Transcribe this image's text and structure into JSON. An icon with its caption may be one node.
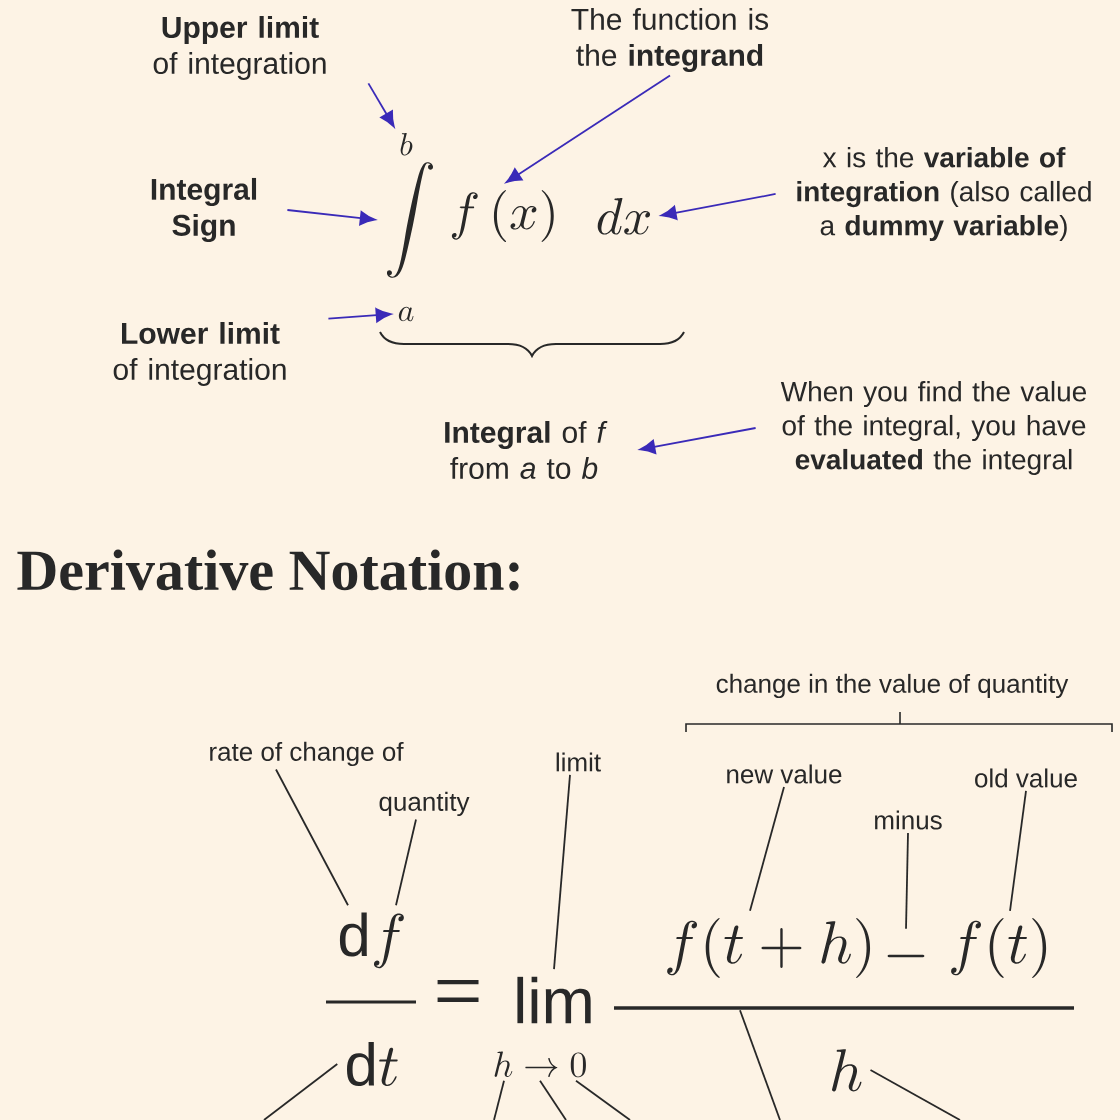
{
  "diagram": {
    "title": "Derivative Notation:",
    "nodes": [
      {
        "text": [
          "**Upper limit** of integration"
        ]
      },
      {
        "text": [
          "The function is the **integrand**"
        ]
      },
      {
        "text": [
          "Integral Sign"
        ]
      },
      {
        "text": [
          "b"
        ]
      },
      {
        "text": [
          "\\int"
        ]
      },
      {
        "text": [
          "f\\,(x)"
        ]
      },
      {
        "text": [
          "dx"
        ]
      },
      {
        "text": [
          "x is the **variable of integration** (also called a **dummy variable**)"
        ]
      },
      {
        "text": [
          "a"
        ]
      },
      {
        "text": [
          "**Lower limit** of integration"
        ]
      },
      {
        "text": [
          "**Integral** of *f* from *a* to *b*"
        ]
      },
      {
        "text": [
          "When you find the value of the integral, you have **evaluated** the integral"
        ]
      },
      {
        "text": [
          "rate of change of"
        ]
      },
      {
        "text": [
          "quantity"
        ]
      },
      {
        "text": [
          "limit"
        ]
      },
      {
        "text": [
          "new value"
        ]
      },
      {
        "text": [
          "minus"
        ]
      },
      {
        "text": [
          "old value"
        ]
      },
      {
        "text": [
          "\\mathrm{d}f"
        ]
      },
      {
        "text": [
          "\\mathrm{d}t"
        ]
      },
      {
        "text": [
          "\\lim"
        ]
      },
      {
        "text": [
          "h\\to 0"
        ]
      },
      {
        "text": [
          "f(t+h)"
        ]
      },
      {
        "text": [
          "-"
        ]
      },
      {
        "text": [
          "f(t)"
        ]
      },
      {
        "text": [
          "h"
        ]
      },
      {
        "text": [],
        "shape": "bar"
      }
    ],
    "edges": [
      {
        "from": 0,
        "to": 3,
        "arrow": "to",
        "color": "#3a2ab8"
      },
      {
        "from": 1,
        "to": 5,
        "arrow": "to",
        "color": "#3a2ab8"
      },
      {
        "from": 2,
        "to": 4,
        "arrow": "to",
        "color": "#3a2ab8"
      },
      {
        "from": 7,
        "to": 6,
        "arrow": "to",
        "color": "#3a2ab8"
      },
      {
        "from": 9,
        "to": 8,
        "arrow": "to",
        "color": "#3a2ab8"
      },
      {
        "from": 11,
        "to": 10,
        "arrow": "to",
        "color": "#3a2ab8"
      },
      {
        "from": 12,
        "to": 18,
        "arrow": "none"
      },
      {
        "from": 13,
        "to": 18,
        "arrow": "none"
      },
      {
        "from": 14,
        "to": 20,
        "arrow": "none"
      },
      {
        "from": 15,
        "to": 22,
        "arrow": "none"
      },
      {
        "from": 16,
        "to": 23,
        "arrow": "none"
      },
      {
        "from": 17,
        "to": 24,
        "arrow": "none"
      },
      {
        "from": 19,
        "to": null,
        "arrow": "none"
      },
      {
        "from": 21,
        "to": null,
        "arrow": "none"
      },
      {
        "from": 21,
        "to": null,
        "arrow": "none"
      },
      {
        "from": 21,
        "to": null,
        "arrow": "none"
      },
      {
        "from": 26,
        "to": null,
        "arrow": "none"
      },
      {
        "from": 25,
        "to": null,
        "arrow": "none"
      }
    ],
    "labels": [
      "change in the value of quantity",
      "="
    ]
  }
}
